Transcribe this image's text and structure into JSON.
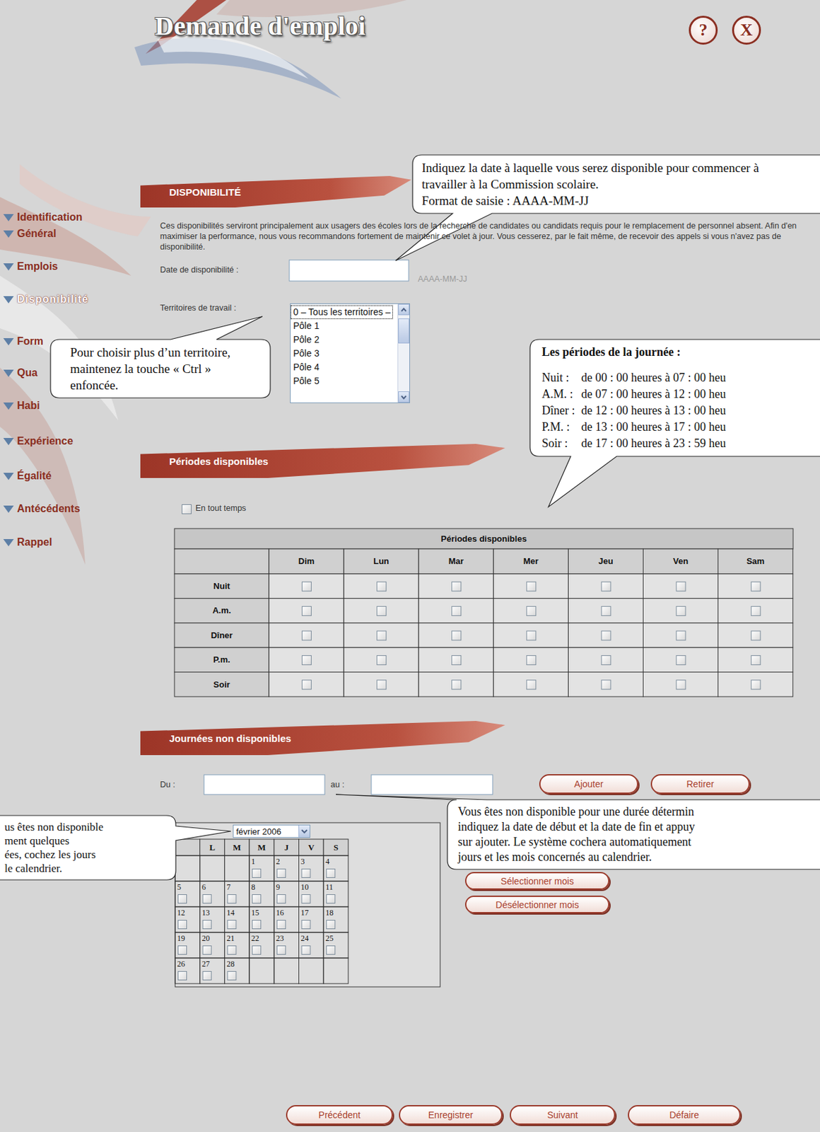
{
  "diagram": {
    "title": "Demande d'emploi",
    "nodes": [
      {
        "text": [
          "?"
        ]
      },
      {
        "text": [
          "X"
        ]
      },
      {
        "text": [
          "Indiquez la date à laquelle vous serez disponible pour commencer à travailler à la Commission scolaire.",
          "Format de saisie : AAAA-MM-JJ"
        ]
      },
      {
        "text": [
          "DISPONIBILITÉ"
        ]
      },
      {
        "text": [
          "0 – Tous les territoires –",
          "Pôle 1",
          "Pôle 2",
          "Pôle 3",
          "Pôle 4",
          "Pôle 5"
        ]
      },
      {
        "text": [
          "Pour choisir plus d’un territoire, maintenez la touche « Ctrl » enfoncée."
        ]
      },
      {
        "text": [
          "Les périodes de la journée :",
          "Nuit :",
          "de 00 : 00 heures à 07 : 00 heu",
          "A.M. :",
          "de 07 : 00 heures à 12 : 00 heu",
          "Dîner :",
          "de 12 : 00 heures à 13 : 00 heu",
          "P.M. :",
          "de 13 : 00 heures à 17 : 00 heu",
          "Soir :",
          "de 17 : 00 heures à 23 : 59 heu"
        ]
      },
      {
        "text": [
          "Périodes disponibles"
        ]
      },
      {
        "text": [
          "Journées non disponibles"
        ]
      },
      {
        "text": [
          "Ajouter"
        ]
      },
      {
        "text": [
          "Retirer"
        ]
      },
      {
        "text": [
          "Vous êtes non disponible pour une durée détermin",
          "indiquez la date de début et la date de fin et appuy",
          "sur ajouter. Le système cochera automatiquement",
          "jours et les mois concernés au calendrier."
        ]
      },
      {
        "text": [
          "us êtes non disponible",
          "ment quelques",
          "ées, cochez les jours",
          "le calendrier."
        ]
      },
      {
        "text": [
          "février 2006"
        ]
      },
      {
        "text": [
          "Sélectionner mois"
        ]
      },
      {
        "text": [
          "Désélectionner mois"
        ]
      },
      {
        "text": [
          "Précédent"
        ]
      },
      {
        "text": [
          "Enregistrer"
        ]
      },
      {
        "text": [
          "Suivant"
        ]
      },
      {
        "text": [
          "Défaire"
        ]
      }
    ],
    "labels": [
      "Identification",
      "Général",
      "Emplois",
      "Disponibilité",
      "Form",
      "Qua",
      "Habi",
      "Expérience",
      "Égalité",
      "Antécédents",
      "Rappel",
      "Ces disponibilités serviront principalement aux usagers des écoles lors de la recherche de candidates ou candidats requis pour le remplacement de personnel absent. Afin d'en maximiser la performance, nous vous recommandons fortement de maintenir ce volet à jour. Vous cesserez, par le fait même, de recevoir des appels si vous n'avez pas de disponibilité.",
      "Date de disponibilité :",
      "AAAA-MM-JJ",
      "Territoires de travail :",
      "En tout temps",
      "Périodes disponibles",
      "Dim",
      "Lun",
      "Mar",
      "Mer",
      "Jeu",
      "Ven",
      "Sam",
      "Nuit",
      "A.m.",
      "Dîner",
      "P.m.",
      "Soir",
      "Du :",
      "au :",
      "L",
      "M",
      "M",
      "J",
      "V",
      "S",
      "1",
      "2",
      "3",
      "4",
      "5",
      "6",
      "7",
      "8",
      "9",
      "10",
      "11",
      "12",
      "13",
      "14",
      "15",
      "16",
      "17",
      "18",
      "19",
      "20",
      "21",
      "22",
      "23",
      "24",
      "25",
      "26",
      "27",
      "28"
    ]
  }
}
